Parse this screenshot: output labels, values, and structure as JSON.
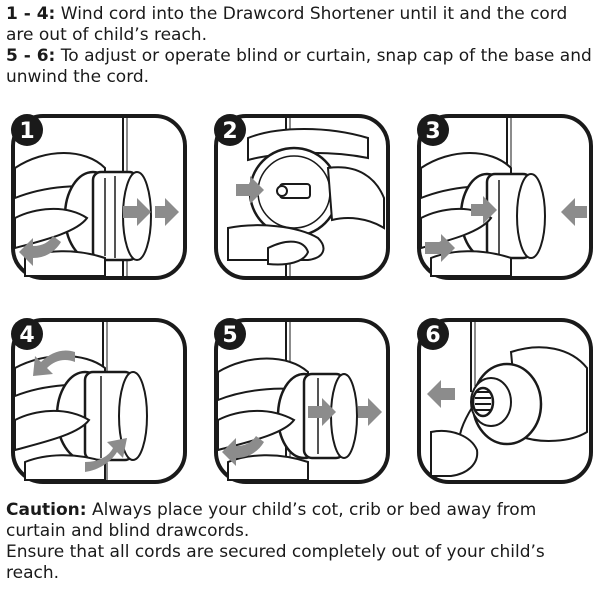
{
  "instructions": {
    "line1_label": "1 - 4:",
    "line1_text": " Wind cord into the Drawcord Shortener until it and the cord are out of child’s reach.",
    "line2_label": "5 - 6:",
    "line2_text": " To adjust or operate blind or curtain, snap cap of the base and unwind the cord."
  },
  "steps": [
    {
      "number": "1"
    },
    {
      "number": "2"
    },
    {
      "number": "3"
    },
    {
      "number": "4"
    },
    {
      "number": "5"
    },
    {
      "number": "6"
    }
  ],
  "caution": {
    "label": "Caution:",
    "text": " Always place your child’s cot, crib or bed away from curtain and blind drawcords.",
    "line2": "Ensure that all cords are secured completely out of your child’s reach."
  },
  "colors": {
    "outline": "#1a1a1a",
    "arrow": "#8c8c8c",
    "badge": "#1a1a1a"
  }
}
